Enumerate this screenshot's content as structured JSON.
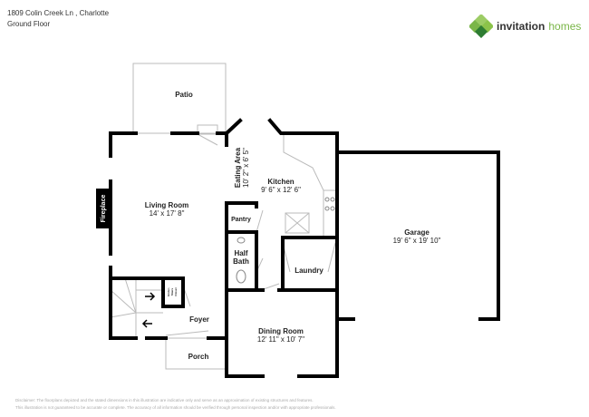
{
  "header": {
    "address": "1809 Colin Creek Ln , Charlotte",
    "floor": "Ground Floor"
  },
  "logo": {
    "word1": "invitation",
    "word2": "homes",
    "accent": "#7ab648"
  },
  "rooms": {
    "patio": "Patio",
    "living_room": {
      "name": "Living Room",
      "dims": "14' x 17' 8\""
    },
    "fireplace": "Fireplace",
    "eating_area": {
      "name": "Eating Area",
      "dims": "10' 2\" x 6' 5\""
    },
    "kitchen": {
      "name": "Kitchen",
      "dims": "9' 6\" x 12' 6\""
    },
    "garage": {
      "name": "Garage",
      "dims": "19' 6\" x 19' 10\""
    },
    "pantry": "Pantry",
    "half_bath": {
      "line1": "Half",
      "line2": "Bath"
    },
    "laundry": "Laundry",
    "closet": {
      "line1": "Under-",
      "line2": "Stairs",
      "line3": "Closet"
    },
    "foyer": "Foyer",
    "dining_room": {
      "name": "Dining Room",
      "dims": "12' 11\" x 10' 7\""
    },
    "porch": "Porch"
  },
  "disclaimer": {
    "line1": "Disclaimer: The floorplans depicted and the stated dimensions in this illustration are indicative only and serve as an approximation of existing structures and features.",
    "line2": "This illustration is not guaranteed to be accurate or complete. The accuracy of all information should be verified through personal inspection and/or with appropriate professionals."
  }
}
